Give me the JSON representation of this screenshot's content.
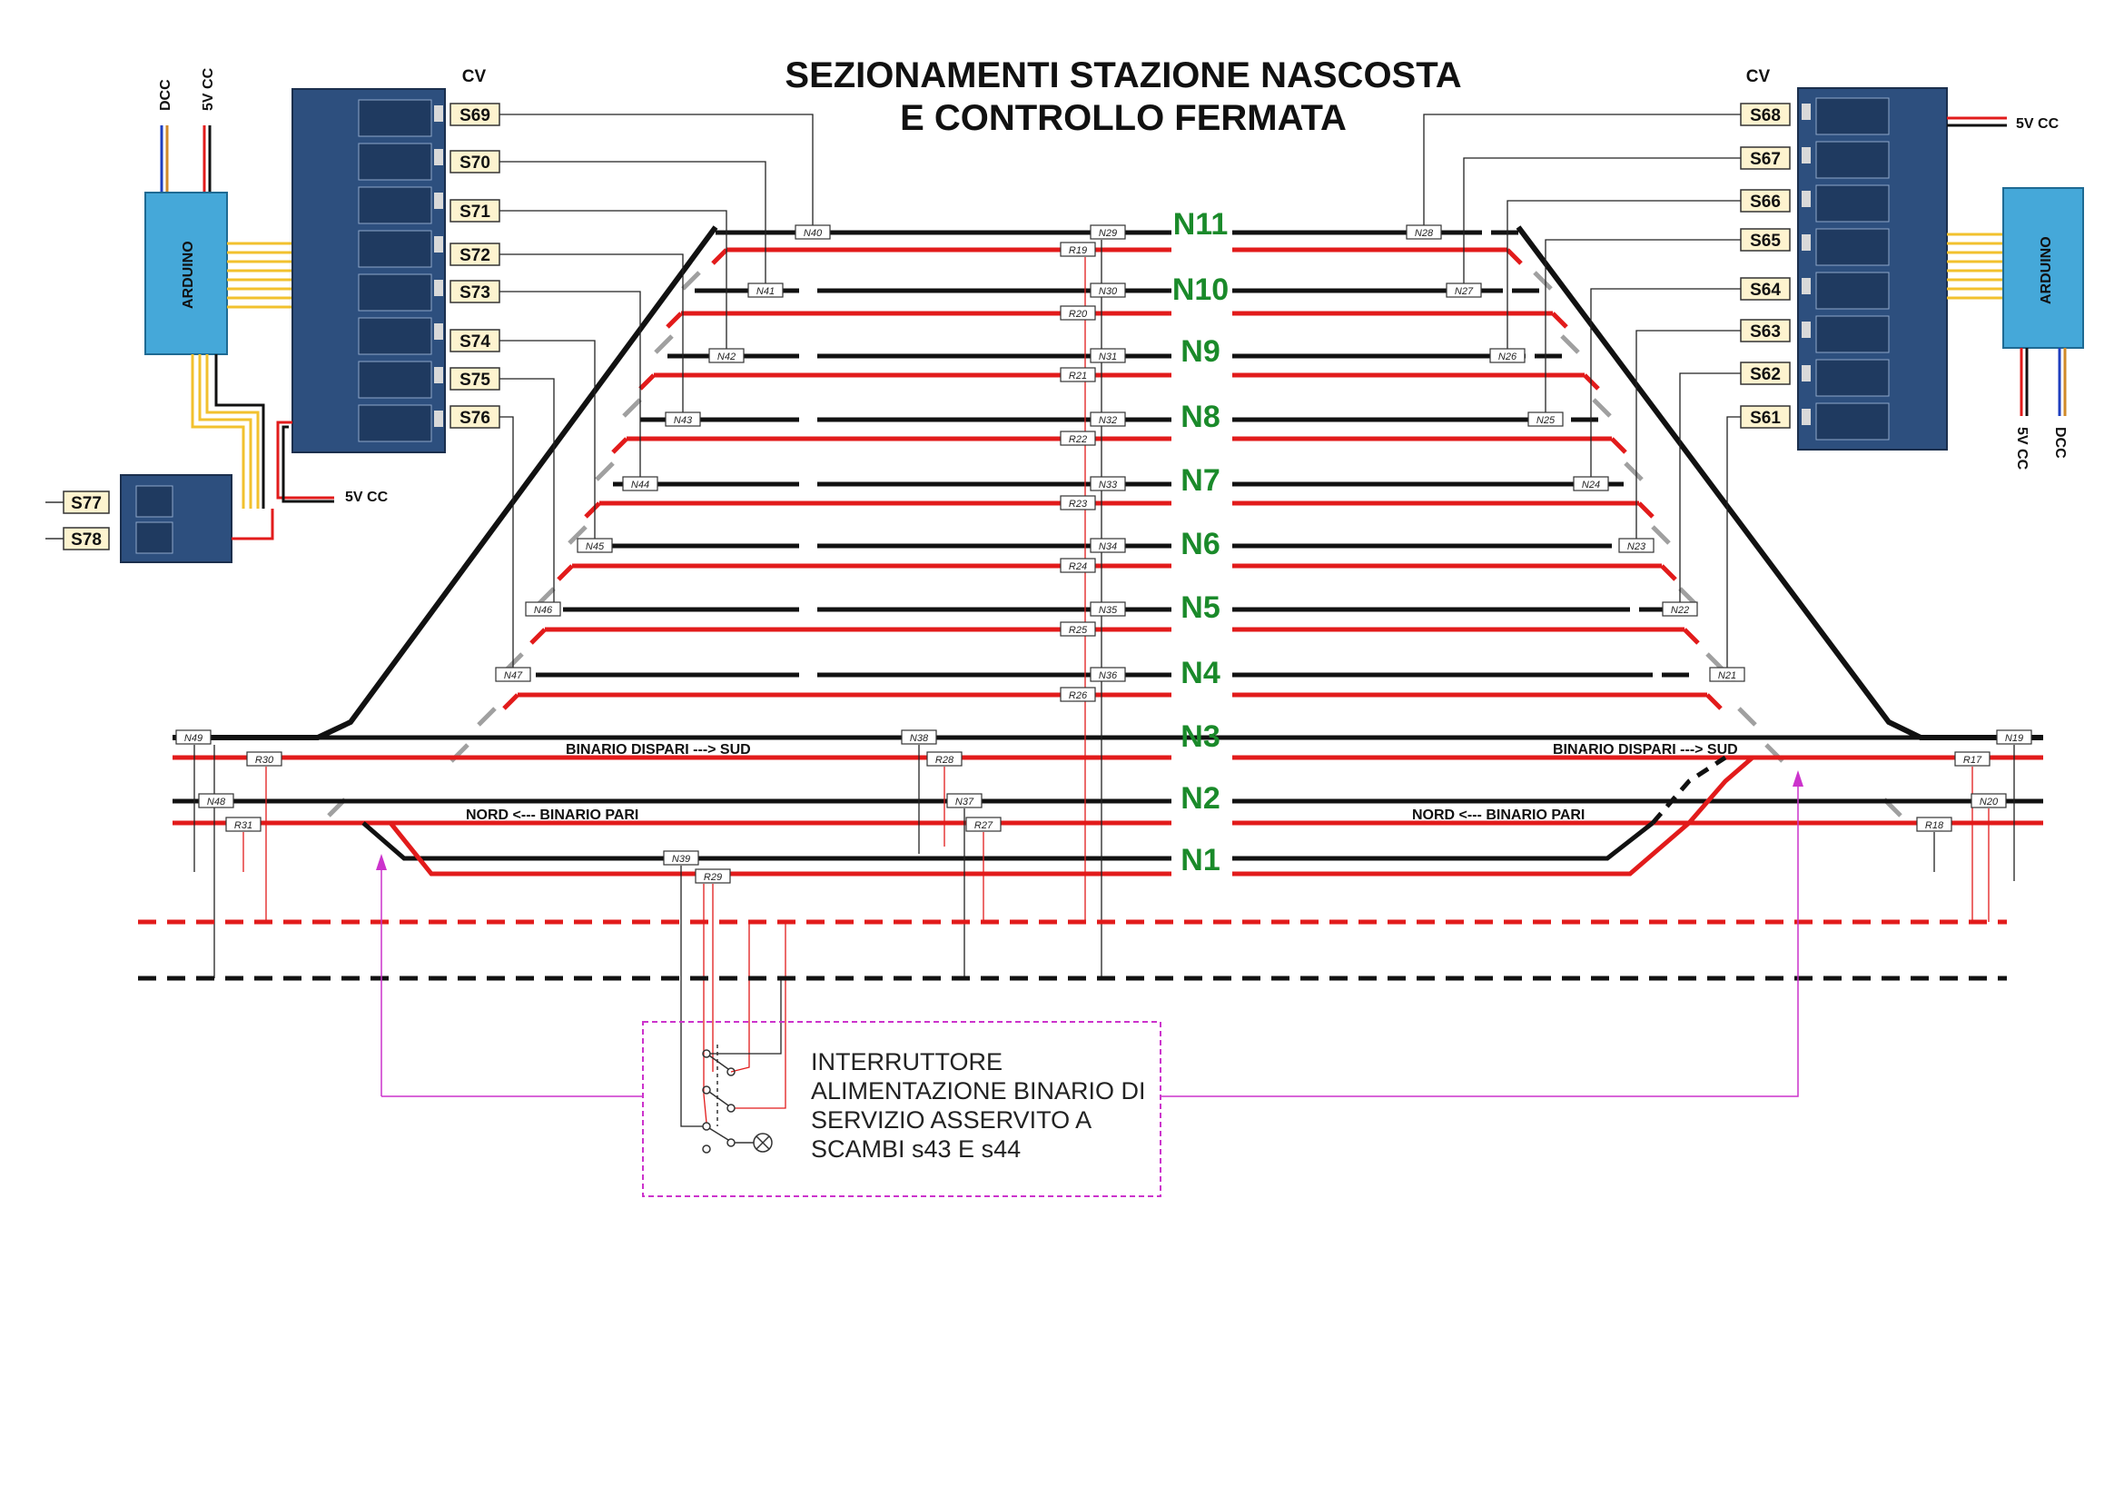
{
  "title": {
    "line1": "SEZIONAMENTI STAZIONE NASCOSTA",
    "line2": "E CONTROLLO FERMATA"
  },
  "left_panel": {
    "cv_label": "CV",
    "board_label": "ARDUINO",
    "wire_dcc": "DCC",
    "wire_5v": "5V CC",
    "power_label": "5V CC",
    "switch_labels": [
      "S69",
      "S70",
      "S71",
      "S72",
      "S73",
      "S74",
      "S75",
      "S76"
    ],
    "aux_labels": [
      "S77",
      "S78"
    ]
  },
  "right_panel": {
    "cv_label": "CV",
    "board_label": "ARDUINO",
    "power_top": "5V CC",
    "wire_5v": "5V CC",
    "wire_dcc": "DCC",
    "switch_labels": [
      "S68",
      "S67",
      "S66",
      "S65",
      "S64",
      "S63",
      "S62",
      "S61"
    ]
  },
  "tracks": [
    "N11",
    "N10",
    "N9",
    "N8",
    "N7",
    "N6",
    "N5",
    "N4",
    "N3",
    "N2",
    "N1"
  ],
  "sections": {
    "center_black": [
      "N29",
      "N30",
      "N31",
      "N32",
      "N33",
      "N34",
      "N35",
      "N36"
    ],
    "center_red": [
      "R19",
      "R20",
      "R21",
      "R22",
      "R23",
      "R24",
      "R25",
      "R26"
    ],
    "left_black": [
      "N40",
      "N41",
      "N42",
      "N43",
      "N44",
      "N45",
      "N46",
      "N47"
    ],
    "right_black": [
      "N28",
      "N27",
      "N26",
      "N25",
      "N24",
      "N23",
      "N22",
      "N21"
    ],
    "lower": [
      "N49",
      "R30",
      "N48",
      "R31",
      "N38",
      "R28",
      "N37",
      "R27",
      "N39",
      "R29",
      "N19",
      "R17",
      "N20",
      "R18"
    ]
  },
  "direction_labels": {
    "left_odd": "BINARIO DISPARI ---> SUD",
    "left_even": "NORD <---  BINARIO PARI",
    "right_odd": "BINARIO DISPARI ---> SUD",
    "right_even": "NORD <---  BINARIO PARI"
  },
  "note": {
    "line1": "INTERRUTTORE",
    "line2": "ALIMENTAZIONE  BINARIO DI",
    "line3": "SERVIZIO ASSERVITO A",
    "line4": "SCAMBI s43 E s44"
  },
  "colors": {
    "black_rail": "#111111",
    "red_rail": "#e21b1b",
    "track_label": "#1a8a2a",
    "turnout": "#a0a0a0",
    "switch_box": "#fdf3cf",
    "note_border": "#cc33cc",
    "relay_board": "#2d4f7e",
    "arduino_board": "#45a8d9"
  }
}
